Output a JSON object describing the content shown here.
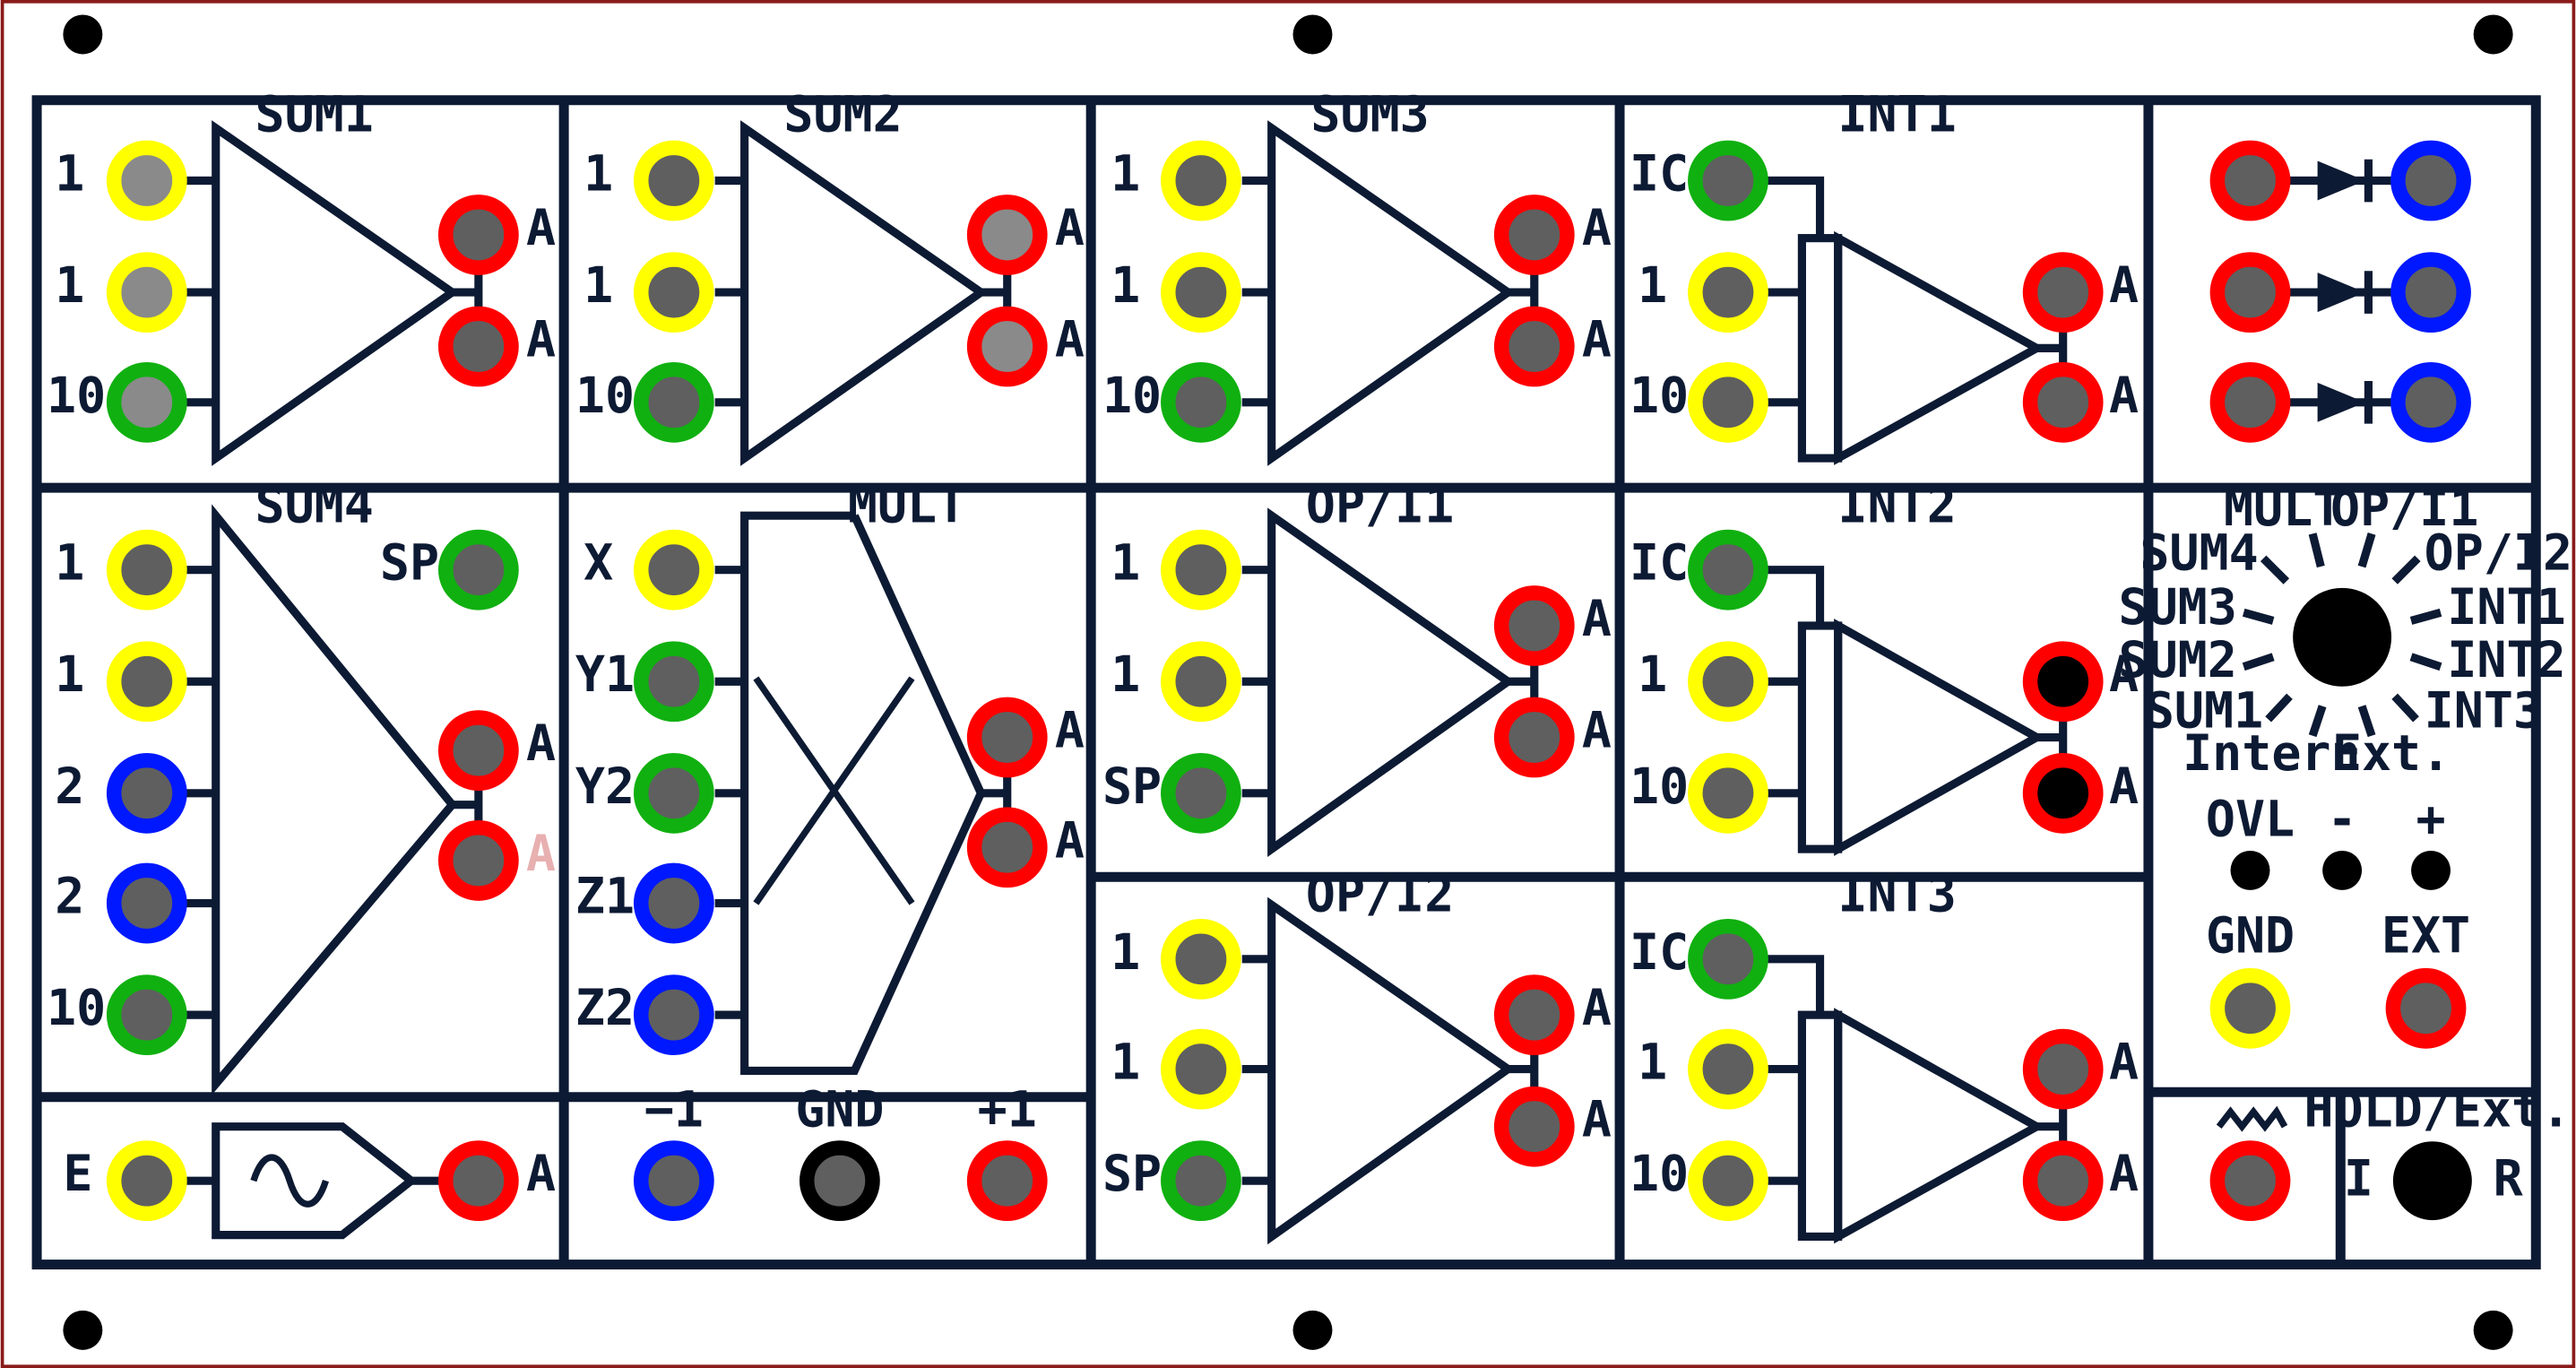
{
  "colors": {
    "yellow": "#ffff00",
    "green": "#10b010",
    "red": "#ff0000",
    "blue": "#0018ff",
    "black": "#000000",
    "ink": "#0d1a33",
    "jack_gray": "#5f5f5f",
    "jack_lightgray": "#8a8a8a"
  },
  "modules": {
    "sum1": {
      "title": "SUM1",
      "in": [
        "1",
        "1",
        "10"
      ],
      "out": [
        "A",
        "A"
      ]
    },
    "sum2": {
      "title": "SUM2",
      "in": [
        "1",
        "1",
        "10"
      ],
      "out": [
        "A",
        "A"
      ]
    },
    "sum3": {
      "title": "SUM3",
      "in": [
        "1",
        "1",
        "10"
      ],
      "out": [
        "A",
        "A"
      ]
    },
    "int1": {
      "title": "INT1",
      "in": [
        "IC",
        "1",
        "10"
      ],
      "out": [
        "A",
        "A"
      ]
    },
    "sum4": {
      "title": "SUM4",
      "sp": "SP",
      "in": [
        "1",
        "1",
        "2",
        "2",
        "10"
      ],
      "out": [
        "A",
        "A"
      ]
    },
    "mult": {
      "title": "MULT",
      "in": [
        "X",
        "Y1",
        "Y2",
        "Z1",
        "Z2"
      ],
      "out": [
        "A",
        "A"
      ]
    },
    "opi1": {
      "title": "OP/I1",
      "in": [
        "1",
        "1",
        "SP"
      ],
      "out": [
        "A",
        "A"
      ]
    },
    "int2": {
      "title": "INT2",
      "in": [
        "IC",
        "1",
        "10"
      ],
      "out": [
        "A",
        "A"
      ]
    },
    "opi2": {
      "title": "OP/I2",
      "in": [
        "1",
        "1",
        "SP"
      ],
      "out": [
        "A",
        "A"
      ]
    },
    "int3": {
      "title": "INT3",
      "in": [
        "IC",
        "1",
        "10"
      ],
      "out": [
        "A",
        "A"
      ]
    },
    "func": {
      "in": "E",
      "out": "A"
    },
    "ref": {
      "minus": "−1",
      "gnd": "GND",
      "plus": "+1"
    }
  },
  "selector": {
    "labels": {
      "mult": "MULT",
      "opi1": "OP/I1",
      "sum4": "SUM4",
      "opi2": "OP/I2",
      "sum3": "SUM3",
      "int1": "INT1",
      "sum2": "SUM2",
      "int2": "INT2",
      "sum1": "SUM1",
      "int3": "INT3",
      "intern": "Intern",
      "ext": "Ext."
    }
  },
  "indicators": {
    "ovl": "OVL",
    "minus": "-",
    "plus": "+"
  },
  "bottom_jacks": {
    "gnd": "GND",
    "ext": "EXT"
  },
  "hold": {
    "title": "HOLD/Ext.",
    "left": "I",
    "right": "R"
  }
}
